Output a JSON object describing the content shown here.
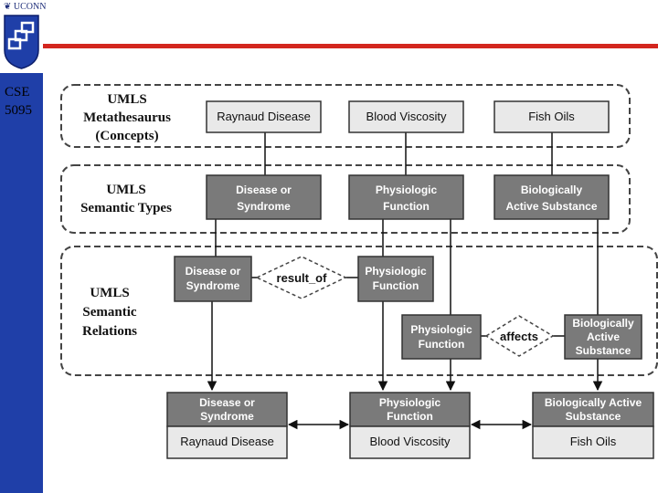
{
  "sidebar": {
    "university": "UCONN",
    "course_lines": [
      "CSE",
      "5095"
    ]
  },
  "colors": {
    "accent_line": "#d3261e",
    "sidebar_band": "#1f3fa8",
    "dark_box": "#7a7a7a",
    "light_box": "#e9e9e9"
  },
  "sections": [
    {
      "lines": [
        "UMLS",
        "Metathesaurus",
        "(Concepts)"
      ]
    },
    {
      "lines": [
        "UMLS",
        "Semantic Types"
      ]
    },
    {
      "lines": [
        "UMLS",
        "Semantic",
        "Relations"
      ]
    }
  ],
  "concepts": [
    "Raynaud Disease",
    "Blood Viscosity",
    "Fish Oils"
  ],
  "semantic_types": [
    [
      "Disease or",
      "Syndrome"
    ],
    [
      "Physiologic",
      "Function"
    ],
    [
      "Biologically",
      "Active Substance"
    ]
  ],
  "relations": [
    {
      "left": [
        "Disease or",
        "Syndrome"
      ],
      "label": "result_of",
      "right": [
        "Physiologic",
        "Function"
      ]
    },
    {
      "left": [
        "Physiologic",
        "Function"
      ],
      "label": "affects",
      "right": [
        "Biologically",
        "Active",
        "Substance"
      ]
    }
  ],
  "result_boxes": [
    {
      "type": [
        "Disease or",
        "Syndrome"
      ],
      "concept": "Raynaud Disease"
    },
    {
      "type": [
        "Physiologic",
        "Function"
      ],
      "concept": "Blood Viscosity"
    },
    {
      "type": [
        "Biologically Active",
        "Substance"
      ],
      "concept": "Fish Oils"
    }
  ]
}
